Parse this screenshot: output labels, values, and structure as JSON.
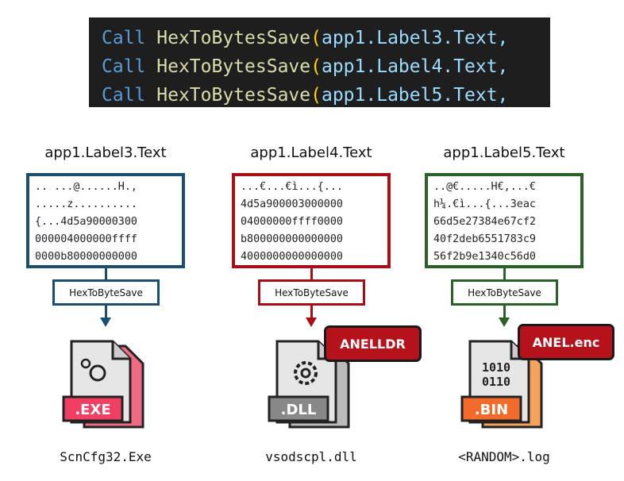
{
  "code": {
    "lines": [
      {
        "keyword": "Call",
        "function": "HexToBytesSave",
        "paren": "(",
        "arg": "app1.Label3.Text,"
      },
      {
        "keyword": "Call",
        "function": "HexToBytesSave",
        "paren": "(",
        "arg": "app1.Label4.Text,"
      },
      {
        "keyword": "Call",
        "function": "HexToBytesSave",
        "paren": "(",
        "arg": "app1.Label5.Text,"
      }
    ]
  },
  "columns": [
    {
      "label": "app1.Label3.Text",
      "color": "#1b4f72",
      "hex": [
        ".. ...@......H.,",
        ".....z..........",
        "{...4d5a90000300",
        "000004000000ffff",
        "0000b80000000000"
      ],
      "func": "HexToByteSave",
      "file_ext": ".EXE",
      "filename": "ScnCfg32.Exe",
      "icon": "exe-file-icon",
      "badge": ""
    },
    {
      "label": "app1.Label4.Text",
      "color": "#a50f15",
      "hex": [
        "...€...€ì...{...",
        "4d5a900003000000",
        "04000000ffff0000",
        "b800000000000000",
        "4000000000000000"
      ],
      "func": "HexToByteSave",
      "file_ext": ".DLL",
      "filename": "vsodscpl.dll",
      "icon": "dll-file-icon",
      "badge": "ANELLDR"
    },
    {
      "label": "app1.Label5.Text",
      "color": "#2a6127",
      "hex": [
        "..@€.....H€,...€",
        "h¼.€ì...{...3eac",
        "66d5e27384e67cf2",
        "40f2deb6551783c9",
        "56f2b9e1340c56d0"
      ],
      "func": "HexToByteSave",
      "file_ext": ".BIN",
      "filename": "<RANDOM>.log",
      "icon": "bin-file-icon",
      "bin_digits": [
        "1010",
        "0110"
      ],
      "badge": "ANEL.enc"
    }
  ]
}
